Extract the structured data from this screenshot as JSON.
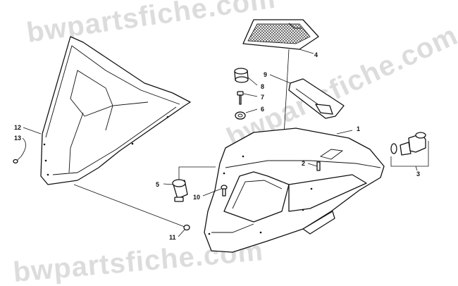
{
  "watermark": "bwpartsfiche.com",
  "callouts": {
    "c1": "1",
    "c2": "2",
    "c3": "3",
    "c4": "4",
    "c5": "5",
    "c6": "6",
    "c7": "7",
    "c8": "8",
    "c9": "9",
    "c10": "10",
    "c11": "11",
    "c12": "12",
    "c13": "13"
  }
}
